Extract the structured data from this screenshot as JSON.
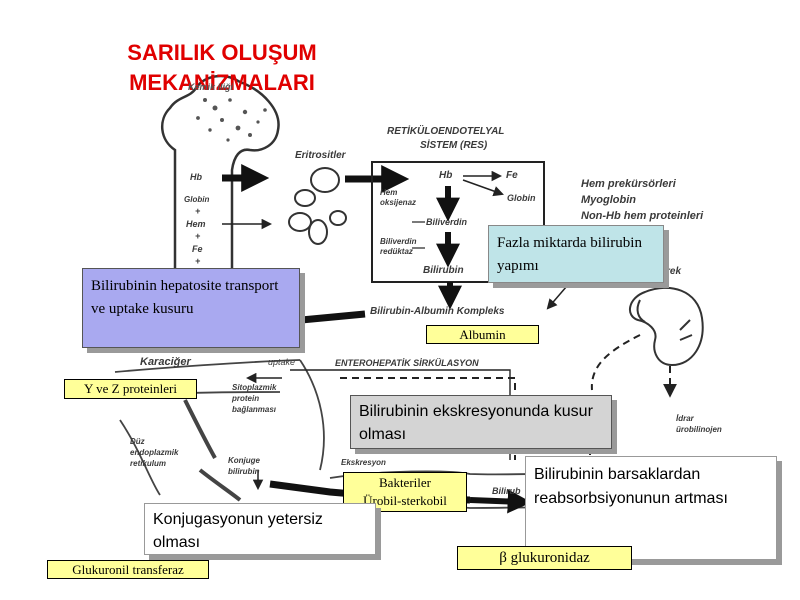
{
  "title": {
    "line1": "SARILIK OLUŞUM",
    "line2": "MEKANİZMALARI"
  },
  "sketch": {
    "kemik_iligi": "Kemik iliği",
    "eritrositler": "Eritrositler",
    "res_title_1": "RETİKÜLOENDOTELYAL",
    "res_title_2": "SİSTEM (RES)",
    "hb_left": "Hb",
    "globin_left": "Globin",
    "plus1": "+",
    "hem_left": "Hem",
    "plus2": "+",
    "fe_left": "Fe",
    "plus3": "+",
    "res_hb": "Hb",
    "res_fe": "Fe",
    "res_globin": "Globin",
    "hem_oksijenaz_1": "Hem",
    "hem_oksijenaz_2": "oksijenaz",
    "biliverdin": "Biliverdin",
    "biliverdin_reduktaz_1": "Biliverdin",
    "biliverdin_reduktaz_2": "redüktaz",
    "bilirubin": "Bilirubin",
    "hem_prekursorleri": "Hem prekürsörleri",
    "myoglobin": "Myoglobin",
    "non_hb": "Non-Hb hem proteinleri",
    "bobrek_fragment": "rek",
    "bilirubin_albumin": "Bilirubin-Albumin Kompleks",
    "karaciger": "Karaciğer",
    "uptake": "uptake",
    "enterohepatik": "ENTEROHEPATİK SİRKÜLASYON",
    "sitoplazmik_1": "Sitoplazmik",
    "sitoplazmik_2": "protein",
    "sitoplazmik_3": "bağlanması",
    "duz_1": "Düz",
    "duz_2": "endoplazmik",
    "duz_3": "retikulum",
    "konjuge_1": "Konjuge",
    "konjuge_2": "bilirubin",
    "ekskresyon": "Ekskresyon",
    "idrar_1": "İdrar",
    "idrar_2": "ürobilinojen",
    "bili_fragment": "Bilirub"
  },
  "boxes": {
    "fazla": "Fazla miktarda bilirubin yapımı",
    "hepatosite": "Bilirubinin hepatosite transport ve uptake kusuru",
    "ekskresyon": "Bilirubinin ekskresyonunda kusur olması",
    "barsak": "Bilirubinin barsaklardan reabsorbsiyonunun artması",
    "konjugasyon": "Konjugasyonun yetersiz olması"
  },
  "labels": {
    "albumin": "Albumin",
    "yz": "Y ve Z proteinleri",
    "bakteriler_1": "Bakteriler",
    "bakteriler_2": "Ürobil-sterkobil",
    "glukuronil": "Glukuronil transferaz",
    "beta": "β glukuronidaz"
  },
  "colors": {
    "title": "#e00000",
    "fazla_bg": "#bfe4e8",
    "hepatosite_bg": "#a9a9f0",
    "ekskresyon_bg": "#d4d4d4",
    "barsak_bg": "#ffffff",
    "label_bg": "#ffff99"
  }
}
